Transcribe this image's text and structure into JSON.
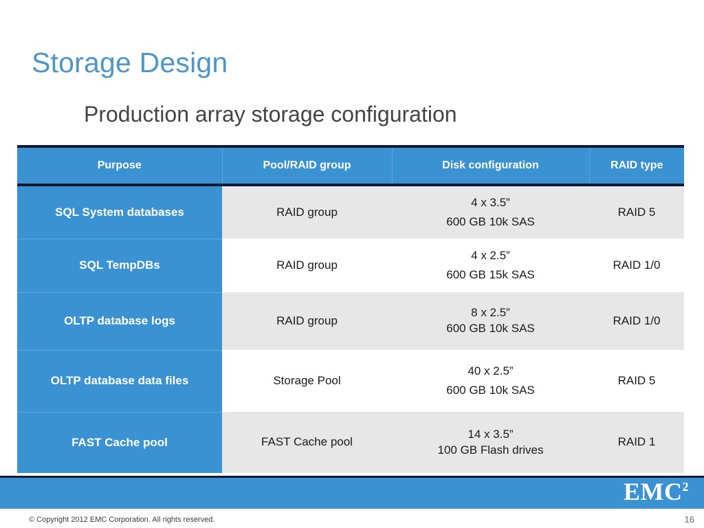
{
  "slide": {
    "title": "Storage Design",
    "subtitle": "Production array storage configuration",
    "title_color": "#4e95c8",
    "accent_color": "#3a92d2",
    "border_color": "#0d1b35"
  },
  "table": {
    "headers": [
      "Purpose",
      "Pool/RAID group",
      "Disk configuration",
      "RAID type"
    ],
    "rows": [
      {
        "purpose": "SQL System databases",
        "pool": "RAID group",
        "disk_line1": "4 x 3.5”",
        "disk_line2": "600 GB 10k SAS",
        "raid": "RAID 5",
        "shaded": true,
        "tight": false
      },
      {
        "purpose": "SQL TempDBs",
        "pool": "RAID group",
        "disk_line1": "4 x 2.5”",
        "disk_line2": "600 GB 15k SAS",
        "raid": "RAID 1/0",
        "shaded": false,
        "tight": false
      },
      {
        "purpose": "OLTP database logs",
        "pool": "RAID group",
        "disk_line1": "8 x 2.5”",
        "disk_line2": "600 GB 10k SAS",
        "raid": "RAID 1/0",
        "shaded": true,
        "tight": true
      },
      {
        "purpose": "OLTP database data files",
        "pool": "Storage Pool",
        "disk_line1": "40 x 2.5”",
        "disk_line2": "600 GB 10k SAS",
        "raid": "RAID 5",
        "shaded": false,
        "tight": false
      },
      {
        "purpose": "FAST Cache pool",
        "pool": "FAST Cache pool",
        "disk_line1": "14 x 3.5”",
        "disk_line2": "100 GB Flash drives",
        "raid": "RAID 1",
        "shaded": true,
        "tight": true
      }
    ]
  },
  "footer": {
    "logo_text": "EMC",
    "logo_superscript": "2",
    "copyright": "© Copyright 2012 EMC Corporation. All rights reserved.",
    "page_number": "16"
  }
}
